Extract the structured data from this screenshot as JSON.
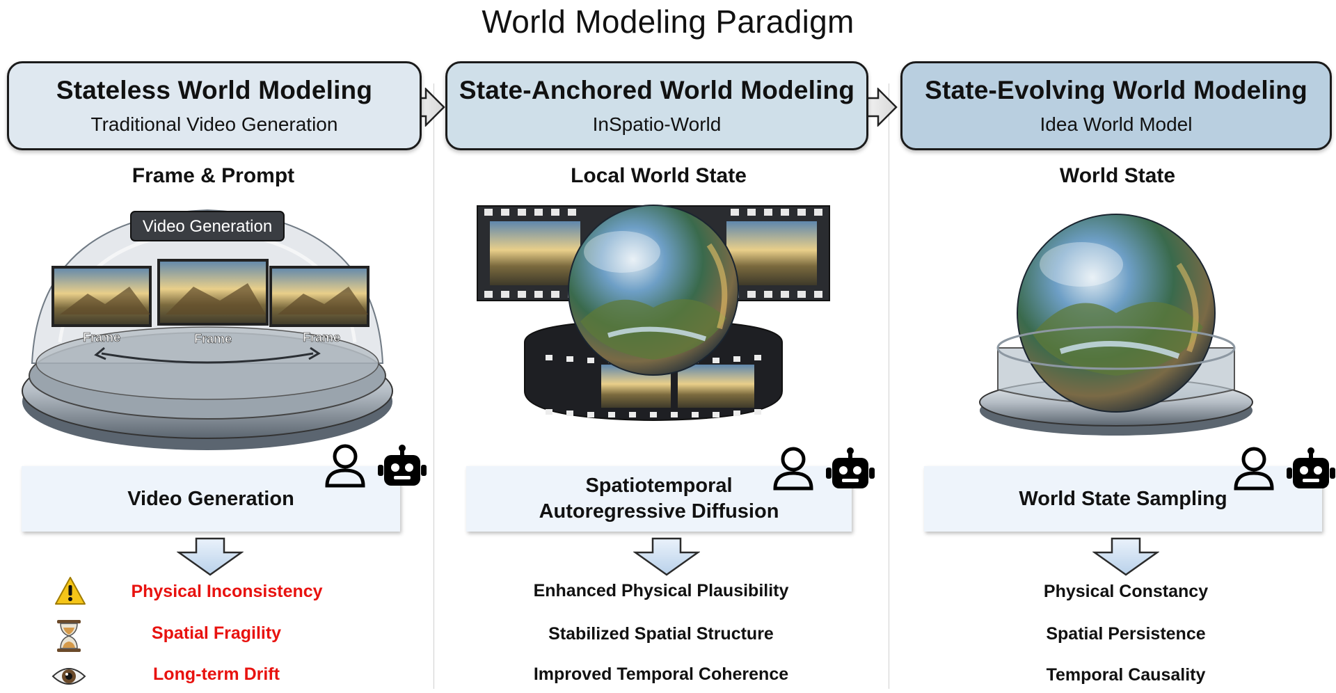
{
  "title": "World Modeling Paradigm",
  "columns": [
    {
      "header": {
        "title": "Stateless World Modeling",
        "subtitle": "Traditional Video Generation",
        "bg": "#dfe8f0"
      },
      "state_label": "Frame & Prompt",
      "illustration": {
        "badge": "Video Generation",
        "frames": [
          "Frame",
          "Frame",
          "Frame"
        ]
      },
      "method": "Video Generation",
      "outcomes": [
        {
          "icon": "warning-icon",
          "text": "Physical Inconsistency"
        },
        {
          "icon": "hourglass-icon",
          "text": "Spatial Fragility"
        },
        {
          "icon": "eye-icon",
          "text": "Long-term Drift"
        }
      ],
      "outcome_color": "#e8120f"
    },
    {
      "header": {
        "title": "State-Anchored World Modeling",
        "subtitle": "InSpatio-World",
        "bg": "#cfdfe9"
      },
      "state_label": "Local World State",
      "method": "Spatiotemporal\nAutoregressive Diffusion",
      "outcomes": [
        {
          "text": "Enhanced Physical Plausibility"
        },
        {
          "text": "Stabilized Spatial Structure"
        },
        {
          "text": "Improved Temporal Coherence"
        }
      ]
    },
    {
      "header": {
        "title": "State-Evolving World Modeling",
        "subtitle": "Idea World Model",
        "bg": "#b9cfe0"
      },
      "state_label": "World State",
      "method": "World State Sampling",
      "outcomes": [
        {
          "text": "Physical Constancy"
        },
        {
          "text": "Spatial Persistence"
        },
        {
          "text": "Temporal Causality"
        }
      ]
    }
  ]
}
